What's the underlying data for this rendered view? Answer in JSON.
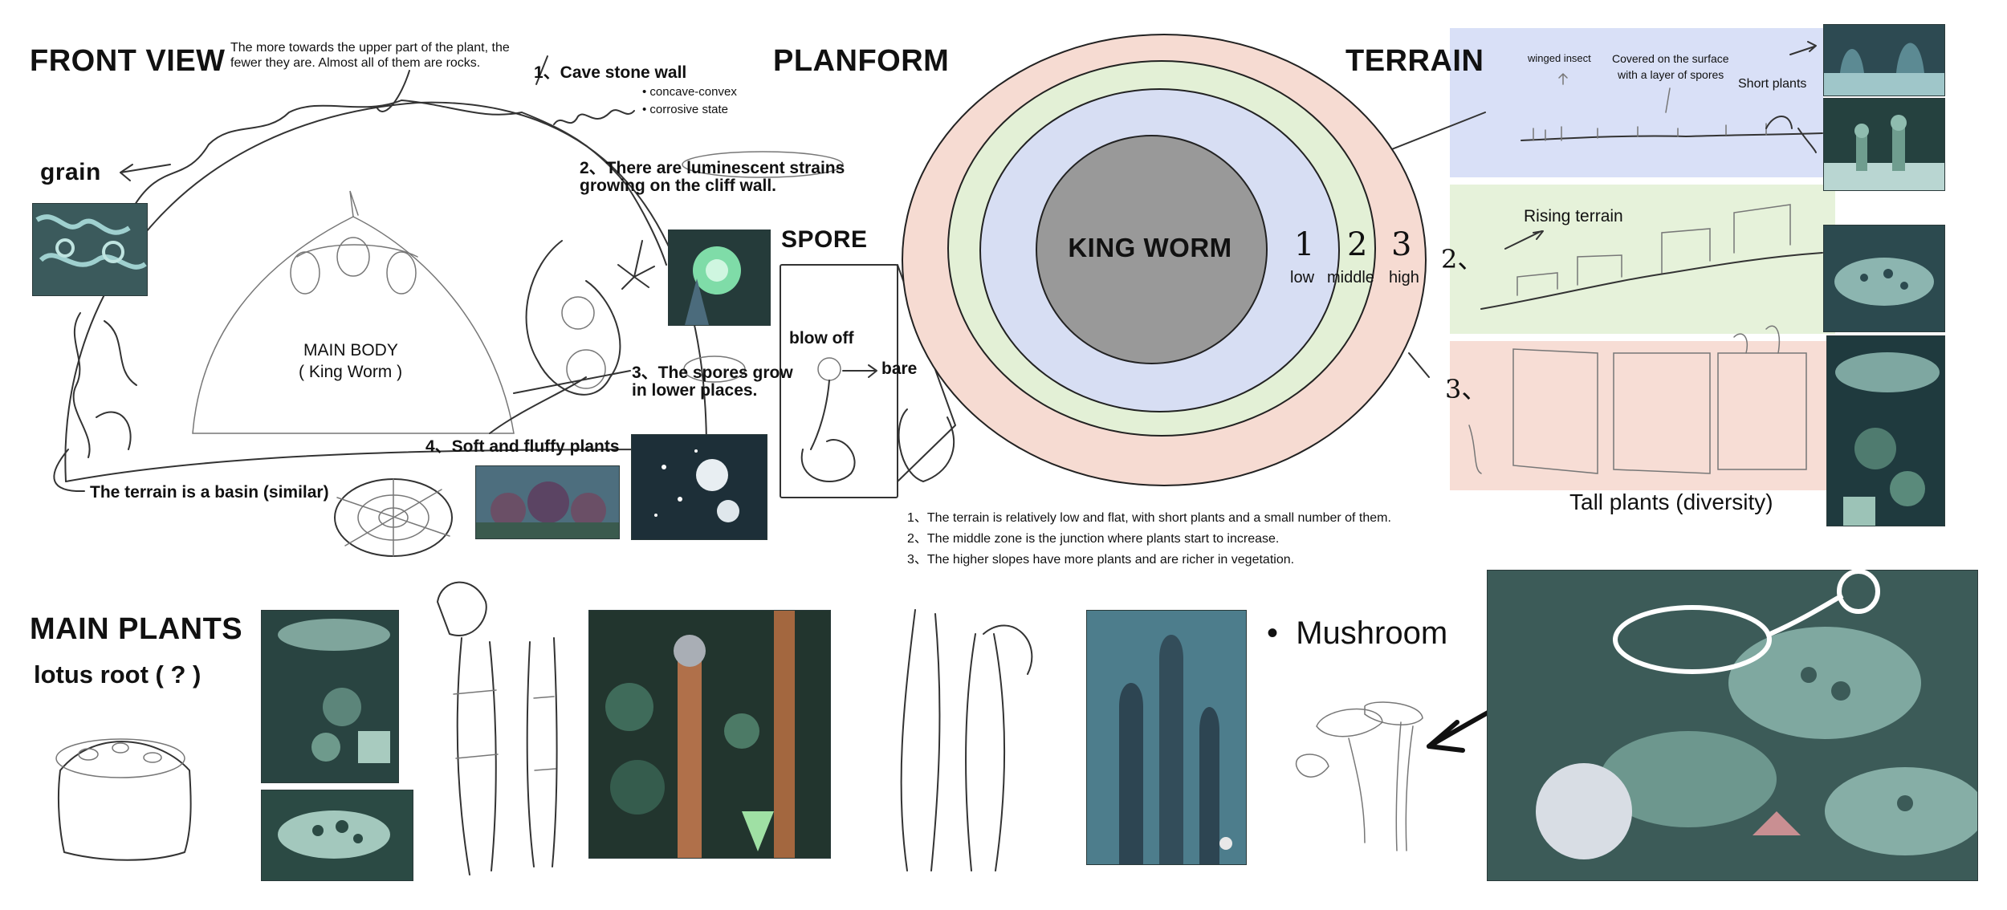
{
  "front_view": {
    "title": "FRONT VIEW",
    "top_note": "The more towards the upper part of the plant, the fewer they are. Almost all of them are rocks.",
    "grain_label": "grain",
    "main_body_line1": "MAIN BODY",
    "main_body_line2": "( King Worm )",
    "basin_note": "The terrain is a basin (similar)",
    "note1": "1、Cave stone wall",
    "note1_bullet1": "concave-convex",
    "note1_bullet2": "corrosive state",
    "note2_line1": "2、There are luminescent strains",
    "note2_line2": "growing on the cliff wall.",
    "note3_line1": "3、The spores grow",
    "note3_line2": "in lower places.",
    "note4": "4、Soft and fluffy plants"
  },
  "spore": {
    "title": "SPORE",
    "blow_off": "blow off",
    "bare": "bare"
  },
  "planform": {
    "title": "PLANFORM",
    "center_label": "KING WORM",
    "zone1_num": "1",
    "zone2_num": "2",
    "zone3_num": "3",
    "zone1_label": "low",
    "zone2_label": "middle",
    "zone3_label": "high",
    "notes": [
      "1、The terrain is relatively low and flat, with short plants and a small number of them.",
      "2、The middle zone is the junction where plants start to increase.",
      "3、The higher slopes have more plants and are richer in vegetation."
    ],
    "colors": {
      "outer": "#f6dbd2",
      "middle": "#e3f0d6",
      "inner": "#d7def3",
      "core": "#999999"
    }
  },
  "terrain": {
    "title": "TERRAIN",
    "winged_insect": "winged insect",
    "spores_line1": "Covered on the surface",
    "spores_line2": "with a layer of spores",
    "short_plants": "Short plants",
    "rising": "Rising terrain",
    "label2": "2、",
    "label3": "3、",
    "tall_plants": "Tall plants (diversity)",
    "colors": {
      "band1": "#d9e0f7",
      "band2": "#e6f2da",
      "band3": "#f7ddd5"
    }
  },
  "main_plants": {
    "title": "MAIN PLANTS",
    "lotus_label": "lotus root ( ? )",
    "mushroom_label": "Mushroom"
  }
}
